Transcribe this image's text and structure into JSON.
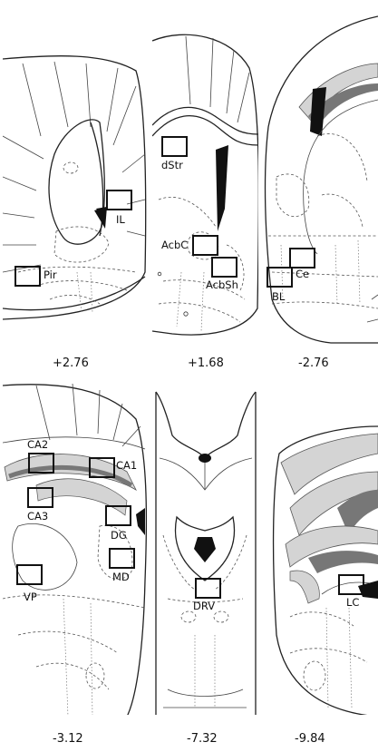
{
  "sections": [
    {
      "id": "s1",
      "coordinate": "+2.76",
      "regions": [
        "IL",
        "Pir"
      ]
    },
    {
      "id": "s2",
      "coordinate": "+1.68",
      "regions": [
        "dStr",
        "AcbC",
        "AcbSh"
      ]
    },
    {
      "id": "s3",
      "coordinate": "-2.76",
      "regions": [
        "Ce",
        "BL"
      ]
    },
    {
      "id": "s4",
      "coordinate": "-3.12",
      "regions": [
        "CA2",
        "CA1",
        "CA3",
        "DG",
        "MD",
        "VP"
      ]
    },
    {
      "id": "s5",
      "coordinate": "-7.32",
      "regions": [
        "DRV"
      ]
    },
    {
      "id": "s6",
      "coordinate": "-9.84",
      "regions": [
        "LC"
      ]
    }
  ],
  "colors": {
    "line": "#222222",
    "fill_dark": "#111111",
    "fill_mid": "#777777",
    "fill_light": "#d4d4d4"
  }
}
